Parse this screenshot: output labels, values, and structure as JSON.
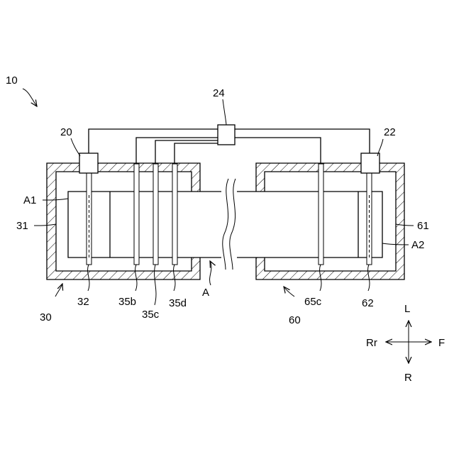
{
  "labels": {
    "device": "10",
    "unit20": "20",
    "unit22": "22",
    "unit24": "24",
    "A1": "A1",
    "A2": "A2",
    "wall31": "31",
    "wall61": "61",
    "probe32": "32",
    "probe35b": "35b",
    "probe35c": "35c",
    "probe35d": "35d",
    "probe65c": "65c",
    "probe62": "62",
    "A": "A",
    "apparatus30": "30",
    "apparatus60": "60"
  },
  "compass": {
    "up": "L",
    "down": "R",
    "left": "Rr",
    "right": "F"
  }
}
